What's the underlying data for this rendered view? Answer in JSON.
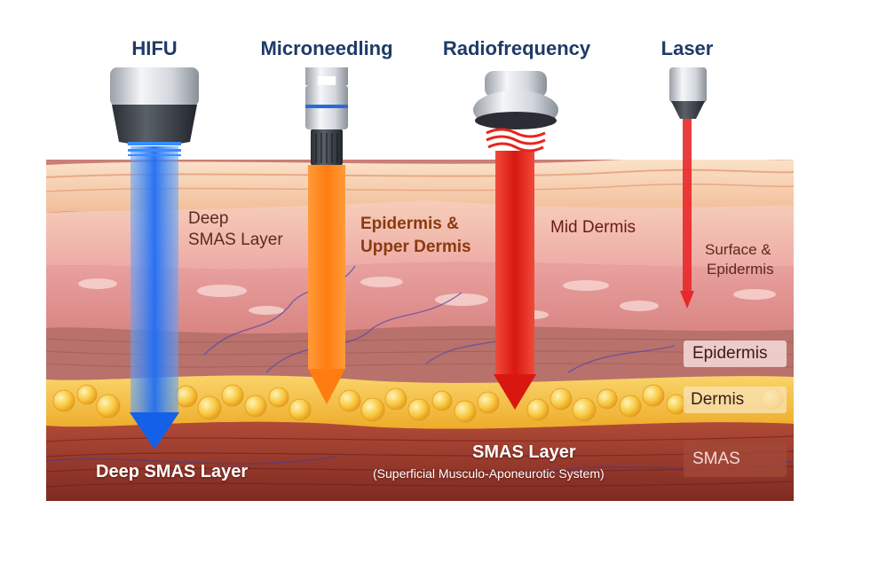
{
  "devices": {
    "hifu": {
      "title": "HIFU",
      "target_line1": "Deep",
      "target_line2": "SMAS Layer",
      "beam_color": "#1e6df5"
    },
    "microneedling": {
      "title": "Microneedling",
      "target_line1": "Epidermis &",
      "target_line2": "Upper Dermis",
      "beam_color": "#ff8a1a"
    },
    "radiofrequency": {
      "title": "Radiofrequency",
      "target_line1": "Mid Dermis",
      "beam_color": "#e8261c"
    },
    "laser": {
      "title": "Laser",
      "target_line1": "Surface &",
      "target_line2": "Epidermis",
      "beam_color": "#e8282a"
    }
  },
  "layers": {
    "epidermis": "Epidermis",
    "dermis": "Dermis",
    "smas": "SMAS"
  },
  "bottom": {
    "deep_smas": "Deep SMAS Layer",
    "smas_title": "SMAS Layer",
    "smas_subtitle": "(Superficial Musculo-Aponeurotic System)"
  },
  "colors": {
    "skin_surface": "#f6c7a4",
    "upper_dermis": "#efb2ae",
    "fat": "#f5c23a",
    "smas": "#9c3b2c",
    "title_text": "#1f3a68"
  }
}
